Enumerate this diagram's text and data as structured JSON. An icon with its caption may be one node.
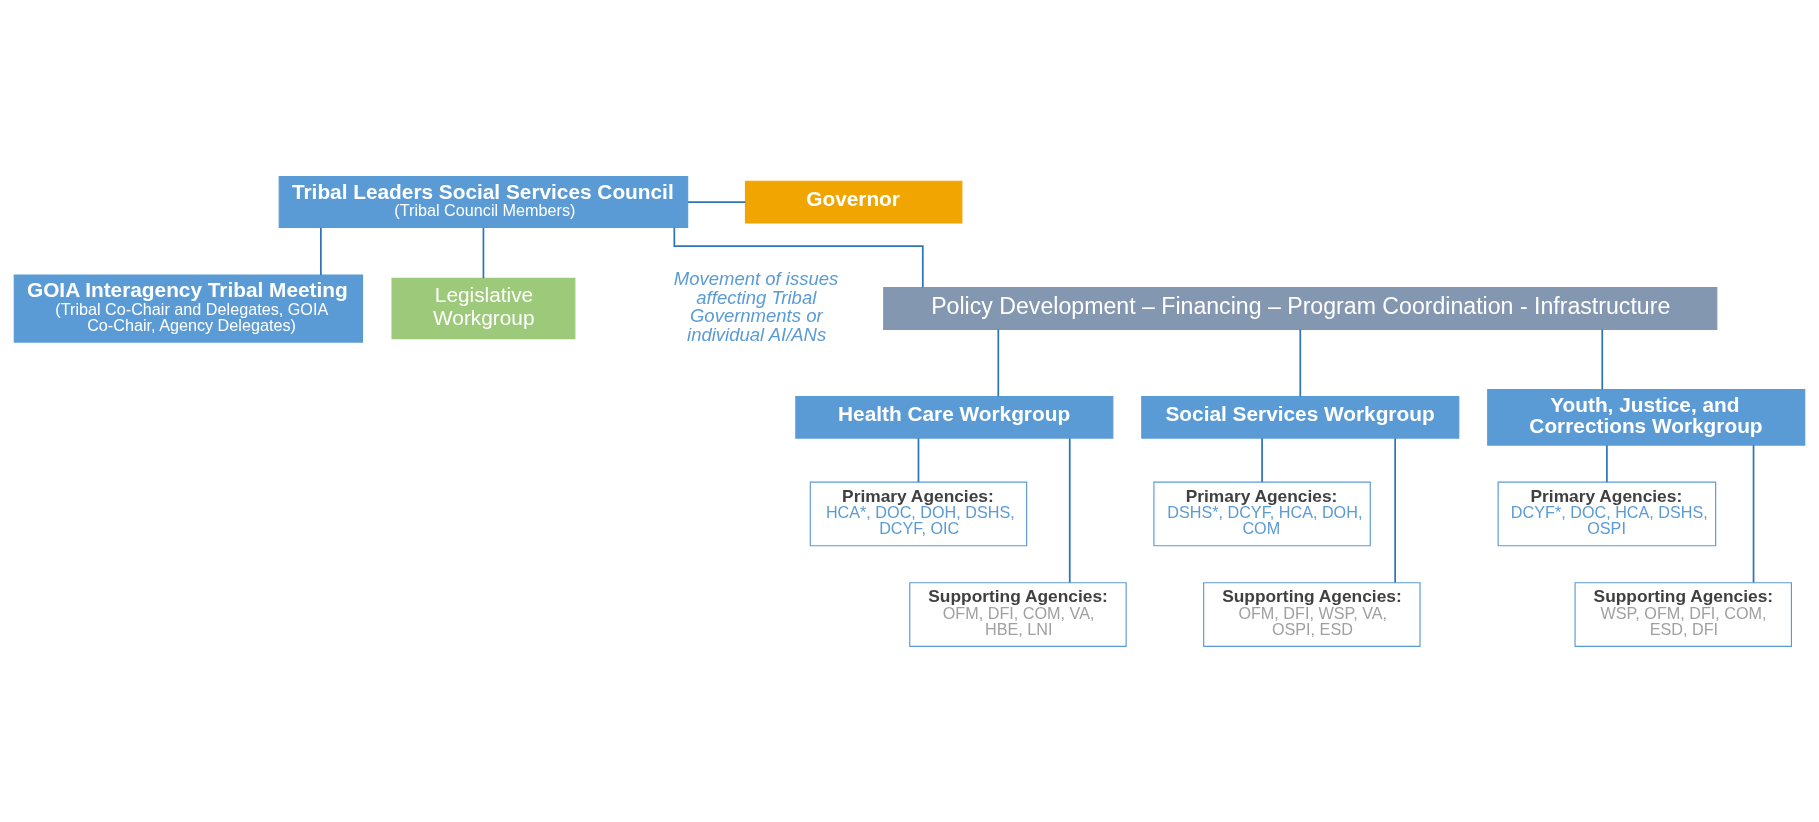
{
  "diagram": {
    "nodes": [
      {
        "text": [
          "Tribal Leaders Social Services Council",
          "(Tribal Council Members)"
        ]
      },
      {
        "text": [
          "Governor"
        ]
      },
      {
        "text": [
          "GOIA Interagency Tribal Meeting",
          "(Tribal Co-Chair and Delegates, GOIA Co-Chair, Agency Delegates)"
        ]
      },
      {
        "text": [
          "Legislative Workgroup"
        ]
      },
      {
        "text": [
          "Policy Development – Financing – Program Coordination - Infrastructure"
        ]
      },
      {
        "text": [
          "Health Care Workgroup"
        ]
      },
      {
        "text": [
          "Social Services Workgroup"
        ]
      },
      {
        "text": [
          "Youth, Justice, and Corrections Workgroup"
        ]
      },
      {
        "text": [
          "Primary Agencies:",
          "HCA*, DOC, DOH, DSHS, DCYF, OIC"
        ]
      },
      {
        "text": [
          "Supporting Agencies:",
          "OFM, DFI, COM, VA, HBE, LNI"
        ]
      },
      {
        "text": [
          "Primary Agencies:",
          "DSHS*, DCYF, HCA, DOH, COM"
        ]
      },
      {
        "text": [
          "Supporting Agencies:",
          "OFM, DFI, WSP, VA, OSPI, ESD"
        ]
      },
      {
        "text": [
          "Primary Agencies:",
          "DCYF*, DOC, HCA, DSHS, OSPI"
        ]
      },
      {
        "text": [
          "Supporting Agencies:",
          "WSP, OFM, DFI, COM, ESD, DFI"
        ]
      }
    ],
    "edges": [
      {
        "from": 0,
        "to": 1,
        "arrow": "none"
      },
      {
        "from": 0,
        "to": 2,
        "arrow": "none"
      },
      {
        "from": 0,
        "to": 3,
        "arrow": "none"
      },
      {
        "from": 0,
        "to": 4,
        "arrow": "none"
      },
      {
        "from": 4,
        "to": 5,
        "arrow": "none"
      },
      {
        "from": 4,
        "to": 6,
        "arrow": "none"
      },
      {
        "from": 4,
        "to": 7,
        "arrow": "none"
      },
      {
        "from": 5,
        "to": 8,
        "arrow": "none"
      },
      {
        "from": 5,
        "to": 9,
        "arrow": "none"
      },
      {
        "from": 6,
        "to": 10,
        "arrow": "none"
      },
      {
        "from": 6,
        "to": 11,
        "arrow": "none"
      },
      {
        "from": 7,
        "to": 12,
        "arrow": "none"
      },
      {
        "from": 7,
        "to": 13,
        "arrow": "none"
      }
    ],
    "labels": [
      "Movement of issues affecting Tribal Governments or individual AI/ANs"
    ]
  }
}
